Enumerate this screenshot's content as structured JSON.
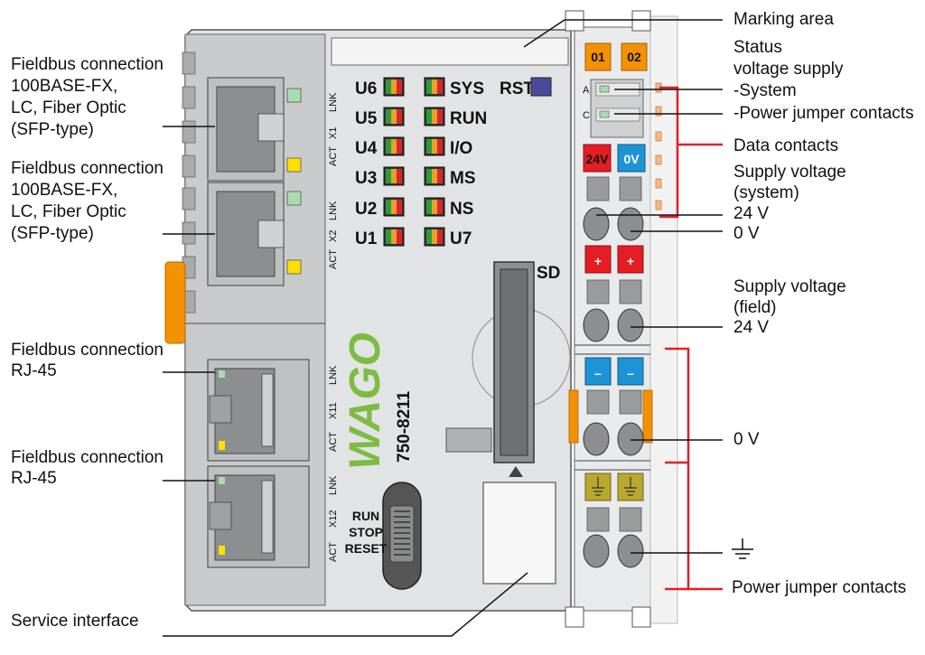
{
  "colors": {
    "housing": "#e2e3e4",
    "housing_dark": "#c9cacb",
    "leader": "#111111",
    "red_line": "#e31e24",
    "wago_green": "#7dbb42",
    "orange": "#f39200",
    "blue": "#1d94d6",
    "yellow_earth": "#b8a82e",
    "led_yellow": "#ffe000",
    "led_green": "#a8dcb0"
  },
  "labels": {
    "marking_area": "Marking area",
    "status_1": "Status",
    "status_2": "voltage supply",
    "status_system": "-System",
    "status_power": "-Power jumper contacts",
    "data_contacts": "Data contacts",
    "supply_sys_1": "Supply voltage",
    "supply_sys_2": "(system)",
    "supply_sys_24": "24 V",
    "supply_sys_0": "0 V",
    "supply_field_1": "Supply voltage",
    "supply_field_2": "(field)",
    "supply_field_24": "24 V",
    "field_0v": "0 V",
    "power_jumper": "Power jumper contacts",
    "fb1_1": "Fieldbus connection",
    "fb1_2": "100BASE-FX,",
    "fb1_3": "LC, Fiber Optic",
    "fb1_4": "(SFP-type)",
    "fb2_1": "Fieldbus connection",
    "fb2_2": "100BASE-FX,",
    "fb2_3": "LC, Fiber Optic",
    "fb2_4": "(SFP-type)",
    "fb3_1": "Fieldbus connection",
    "fb3_2": "RJ-45",
    "fb4_1": "Fieldbus connection",
    "fb4_2": "RJ-45",
    "service_interface": "Service interface"
  },
  "device": {
    "leds_left": [
      "U6",
      "U5",
      "U4",
      "U3",
      "U2",
      "U1"
    ],
    "leds_right": [
      "SYS",
      "RUN",
      "I/O",
      "MS",
      "NS",
      "U7"
    ],
    "rst": "RST",
    "sd": "SD",
    "ports": {
      "x1_lnk": "LNK",
      "x1": "X1",
      "x1_act": "ACT",
      "x2_lnk": "LNK",
      "x2": "X2",
      "x2_act": "ACT",
      "x11_lnk": "LNK",
      "x11": "X11",
      "x11_act": "ACT",
      "x12_lnk": "LNK",
      "x12": "X12",
      "x12_act": "ACT"
    },
    "switch": [
      "RUN",
      "STOP",
      "RESET"
    ],
    "model": "750-8211",
    "brand": "WAGO",
    "status_a": "A",
    "status_c": "C",
    "tab_01": "01",
    "tab_02": "02",
    "term_24v": "24V",
    "term_0v": "0V",
    "term_plus_1": "+",
    "term_plus_2": "+",
    "term_minus_1": "–",
    "term_minus_2": "–"
  }
}
